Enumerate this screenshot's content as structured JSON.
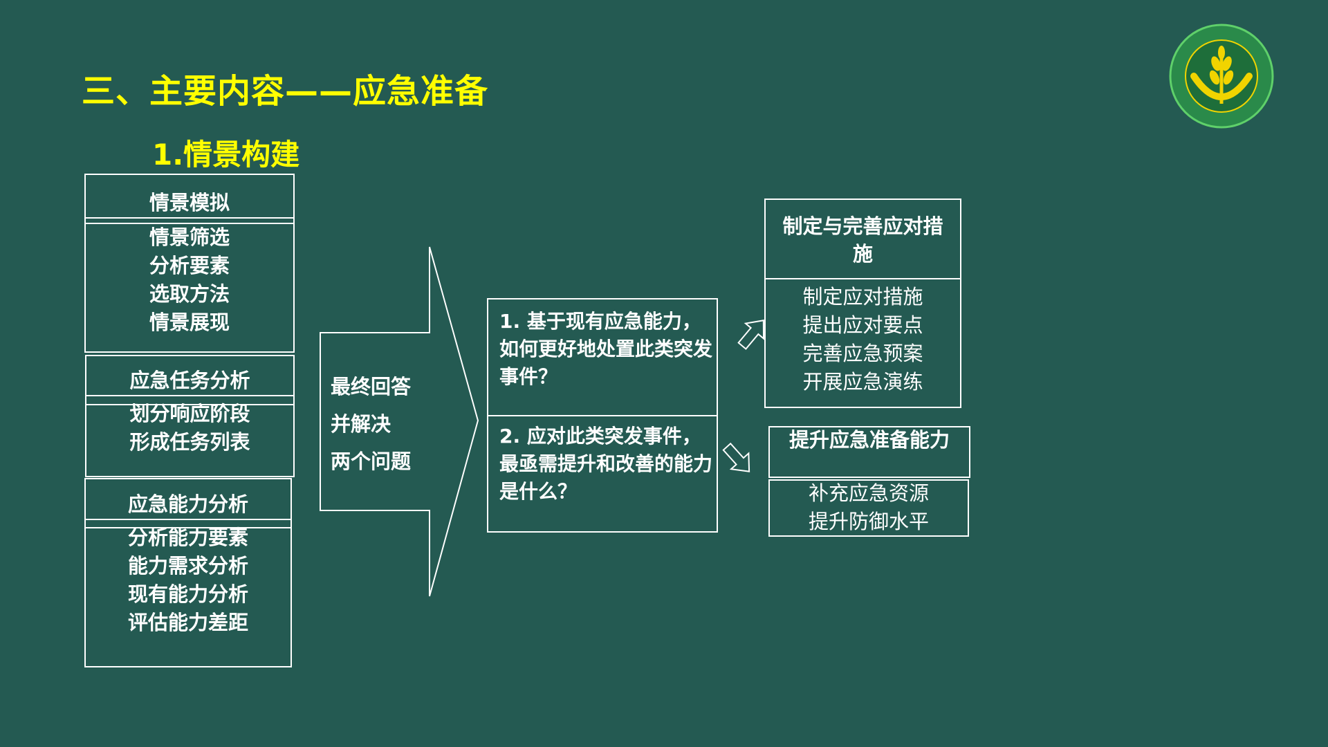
{
  "header": {
    "title": "三、主要内容——应急准备",
    "subtitle": "1.情景构建"
  },
  "left": {
    "scenario": {
      "title": "情景模拟",
      "items": [
        "情景筛选",
        "分析要素",
        "选取方法",
        "情景展现"
      ]
    },
    "task": {
      "title": "应急任务分析",
      "items": [
        "划分响应阶段",
        "形成任务列表"
      ]
    },
    "capability": {
      "title": "应急能力分析",
      "items": [
        "分析能力要素",
        "能力需求分析",
        "现有能力分析",
        "评估能力差距"
      ]
    }
  },
  "arrow": {
    "lines": [
      "最终回答",
      "并解决",
      "两个问题"
    ]
  },
  "questions": {
    "q1": "1. 基于现有应急能力，如何更好地处置此类突发事件？",
    "q2": "2. 应对此类突发事件，最亟需提升和改善的能力是什么？"
  },
  "right": {
    "measures": {
      "title": "制定与完善应对措施",
      "items": [
        "制定应对措施",
        "提出应对要点",
        "完善应急预案",
        "开展应急演练"
      ]
    },
    "ability": {
      "title": "提升应急准备能力",
      "items": [
        "补充应急资源",
        "提升防御水平"
      ]
    }
  },
  "colors": {
    "background": "#245a52",
    "title": "#ffff00",
    "text": "#ffffff",
    "logo": "#f1d400"
  }
}
